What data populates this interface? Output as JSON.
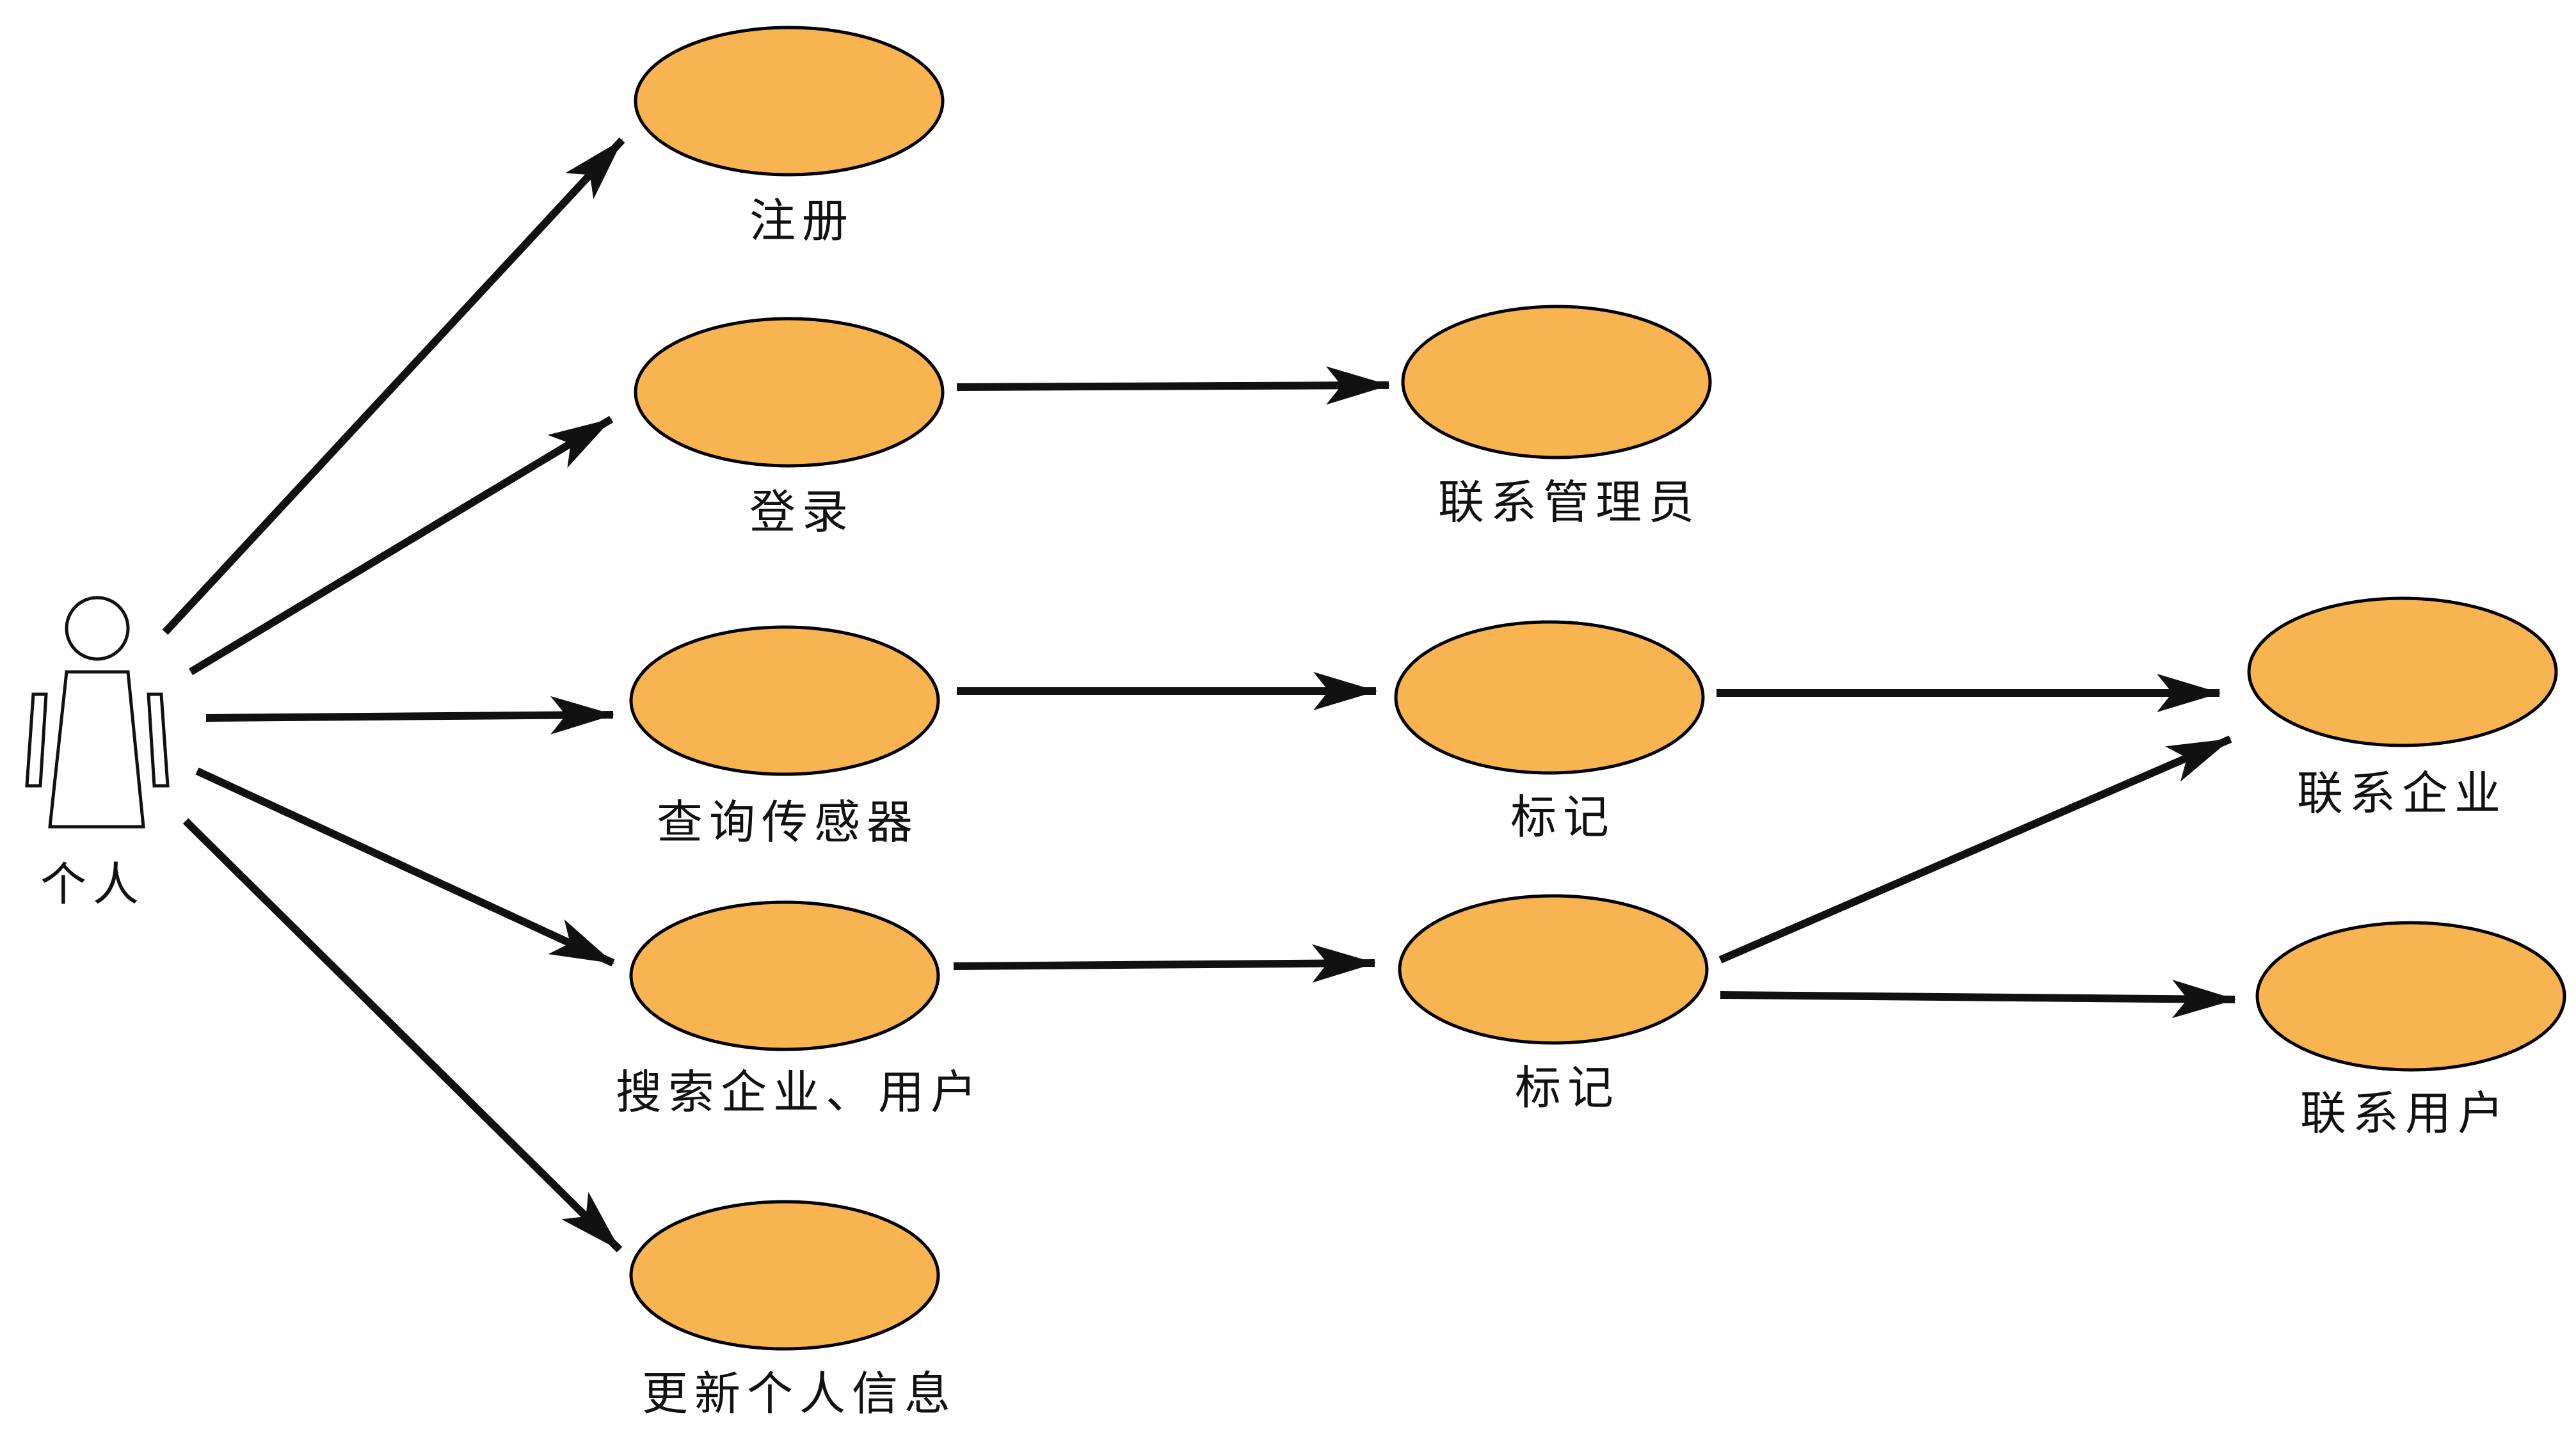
{
  "actor": {
    "name": "个人"
  },
  "use_cases": {
    "register": "注册",
    "login": "登录",
    "query_sensor": "查询传感器",
    "search": "搜索企业、用户",
    "update_info": "更新个人信息",
    "contact_admin": "联系管理员",
    "mark_1": "标记",
    "mark_2": "标记",
    "contact_company": "联系企业",
    "contact_user": "联系用户"
  },
  "colors": {
    "use_case_fill": "#F7B450",
    "stroke": "#111111",
    "background": "#FFFFFF"
  }
}
